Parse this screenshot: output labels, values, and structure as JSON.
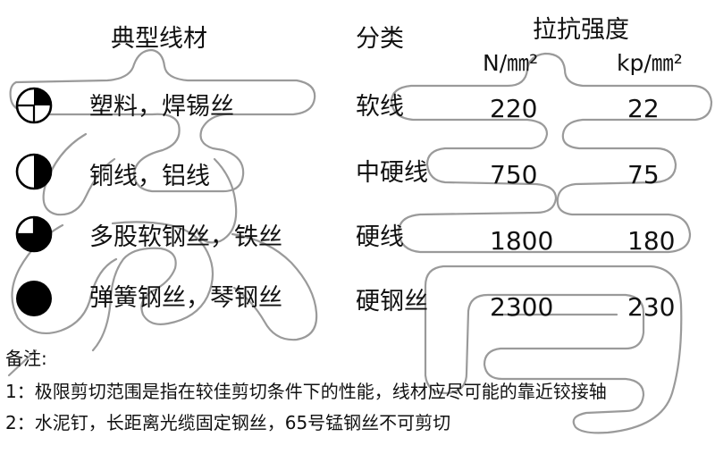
{
  "headers": {
    "wire": "典型线材",
    "category": "分类",
    "strength": "拉抗强度",
    "unit_n": "N/㎜²",
    "unit_kp": "kp/㎜²"
  },
  "rows": [
    {
      "icon": "quarter-filled-circle-icon",
      "fill": 0.25,
      "wire": "塑料，焊锡丝",
      "category": "软线",
      "n": "220",
      "kp": "22"
    },
    {
      "icon": "half-filled-circle-icon",
      "fill": 0.5,
      "wire": "铜线，铝线",
      "category": "中硬线",
      "n": "750",
      "kp": "75"
    },
    {
      "icon": "three-quarter-filled-circle-icon",
      "fill": 0.75,
      "wire": "多股软钢丝，铁丝",
      "category": "硬线",
      "n": "1800",
      "kp": "180"
    },
    {
      "icon": "full-filled-circle-icon",
      "fill": 1.0,
      "wire": "弹簧钢丝，琴钢丝",
      "category": "硬钢丝",
      "n": "2300",
      "kp": "230"
    }
  ],
  "notes": {
    "title": "备注:",
    "line1": "1：极限剪切范围是指在较佳剪切条件下的性能，线材应尽可能的靠近铰接轴",
    "line2": "2：水泥钉，长距离光缆固定钢丝，65号锰钢丝不可剪切"
  },
  "colors": {
    "text": "#111111",
    "pie_fill": "#000000",
    "watermark": "#9a9a9a"
  }
}
